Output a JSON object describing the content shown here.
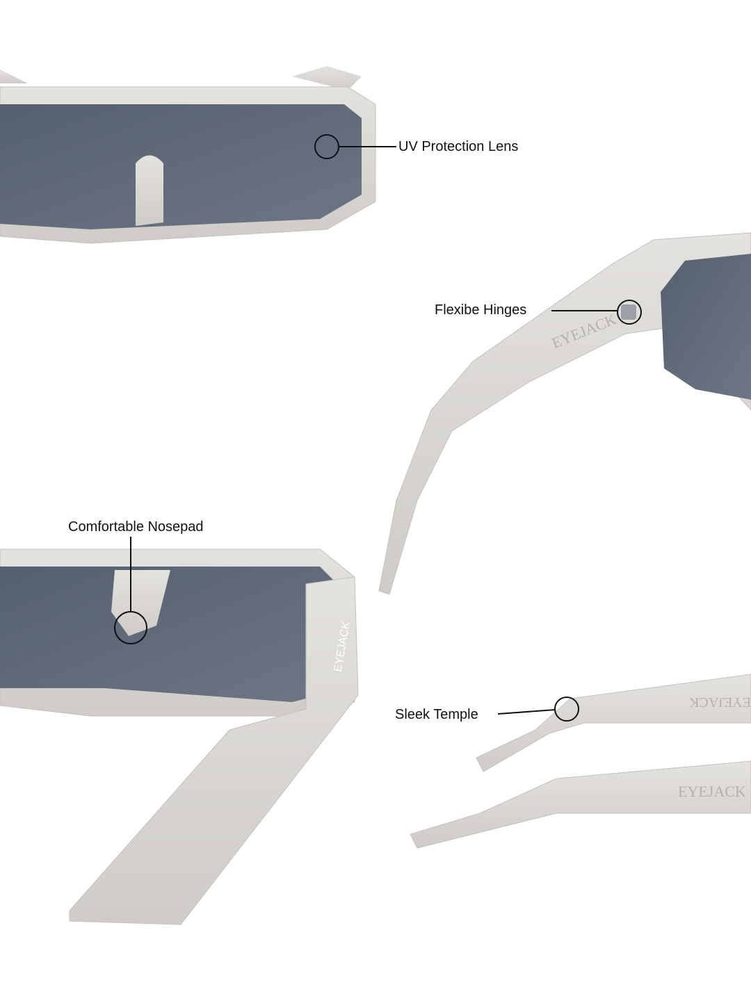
{
  "brand": "EYEJACK",
  "callouts": {
    "uv": "UV Protection Lens",
    "hinges": "Flexibe Hinges",
    "nosepad": "Comfortable Nosepad",
    "temple": "Sleek Temple"
  },
  "colors": {
    "frame": "#d8d6d2",
    "lens": "#5d6572",
    "callout": "#111111"
  }
}
